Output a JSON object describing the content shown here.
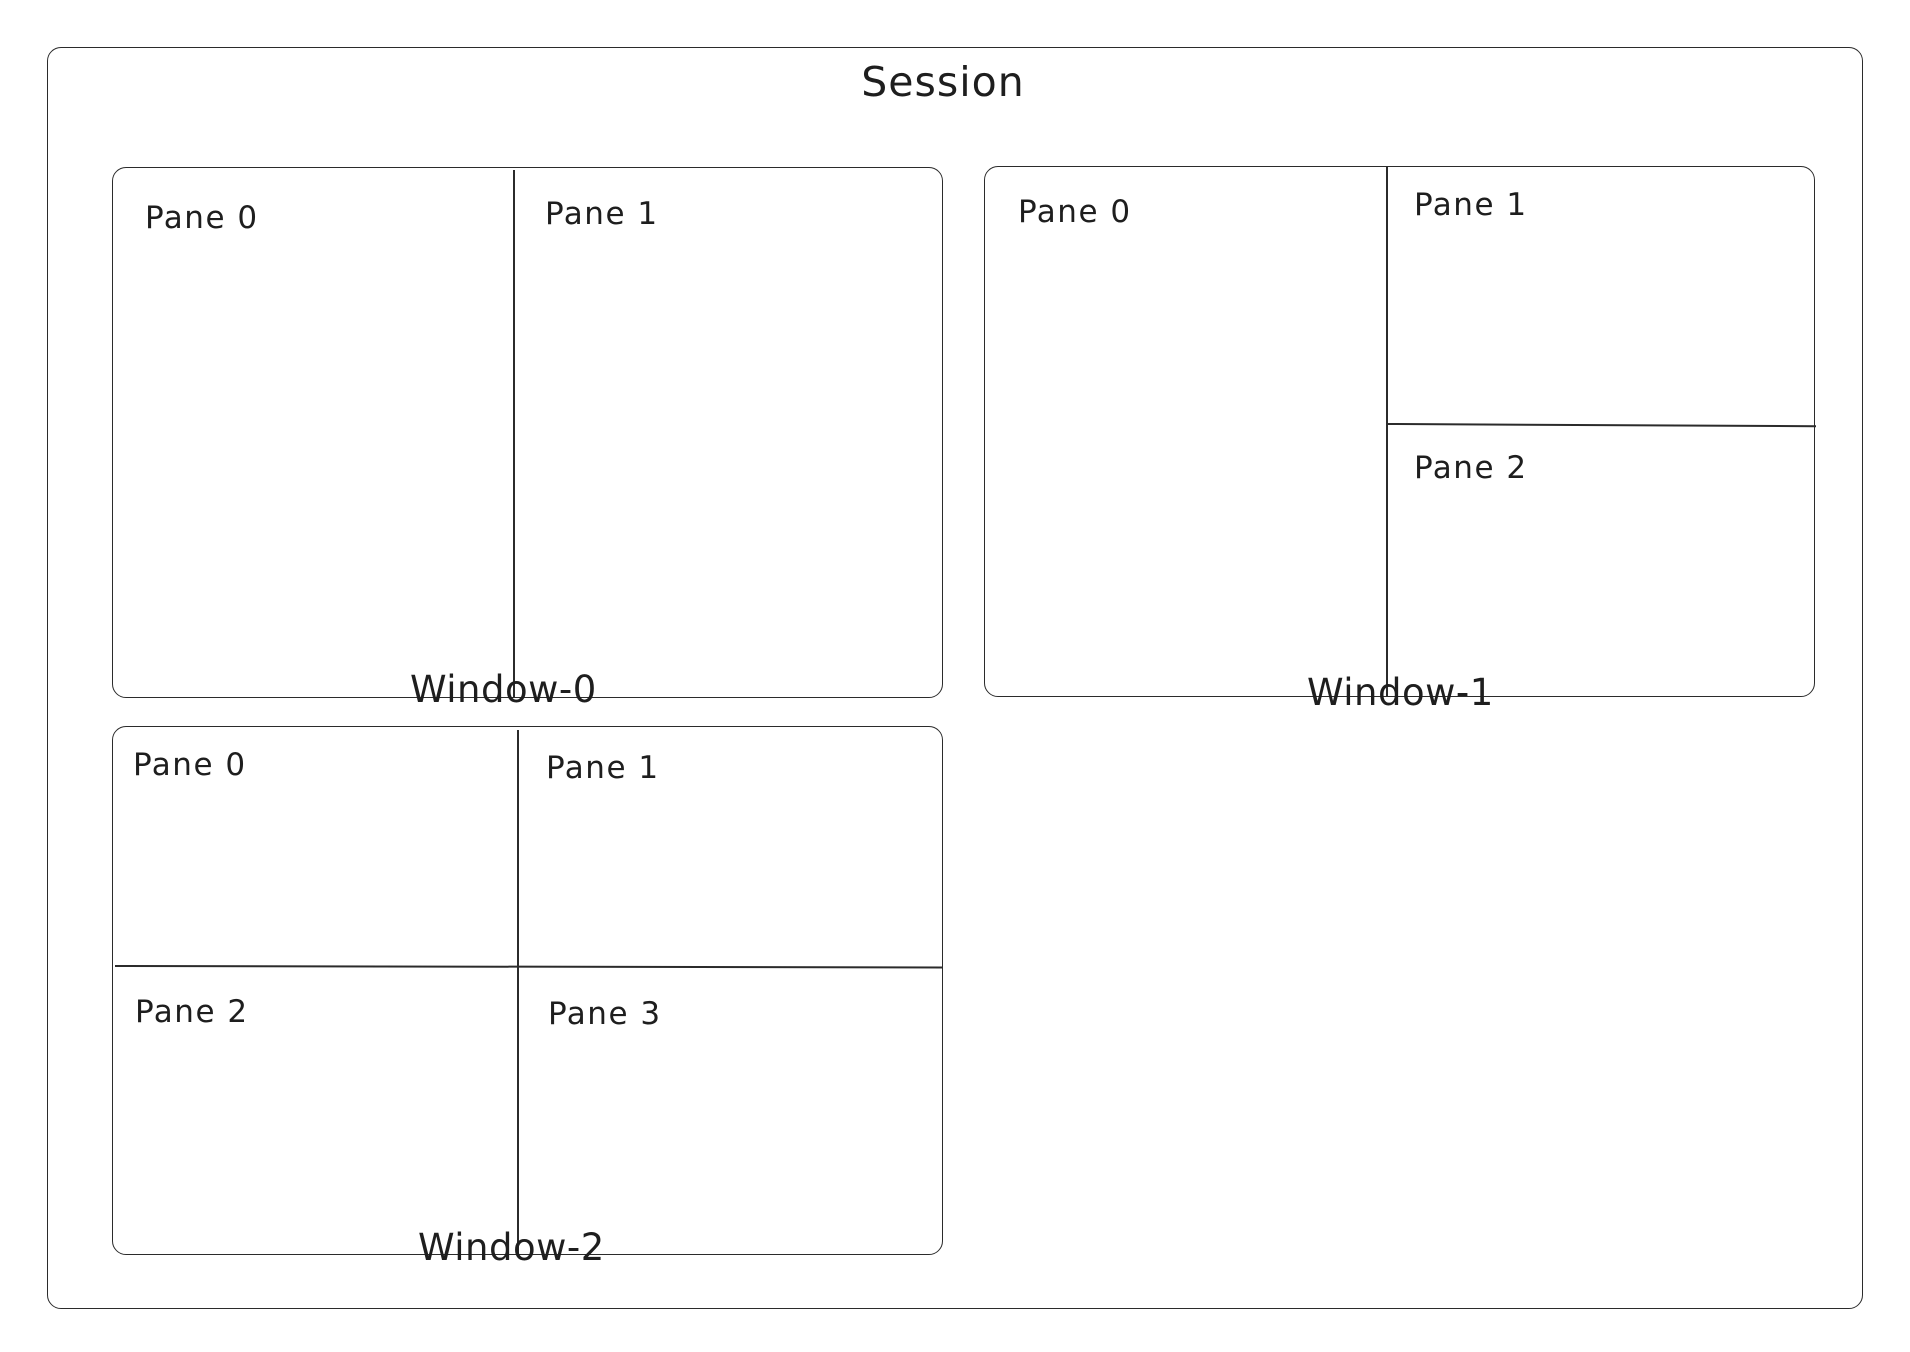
{
  "session": {
    "title": "Session"
  },
  "windows": [
    {
      "label": "Window-0",
      "panes": [
        "Pane 0",
        "Pane 1"
      ]
    },
    {
      "label": "Window-1",
      "panes": [
        "Pane 0",
        "Pane 1",
        "Pane 2"
      ]
    },
    {
      "label": "Window-2",
      "panes": [
        "Pane 0",
        "Pane 1",
        "Pane 2",
        "Pane 3"
      ]
    }
  ]
}
